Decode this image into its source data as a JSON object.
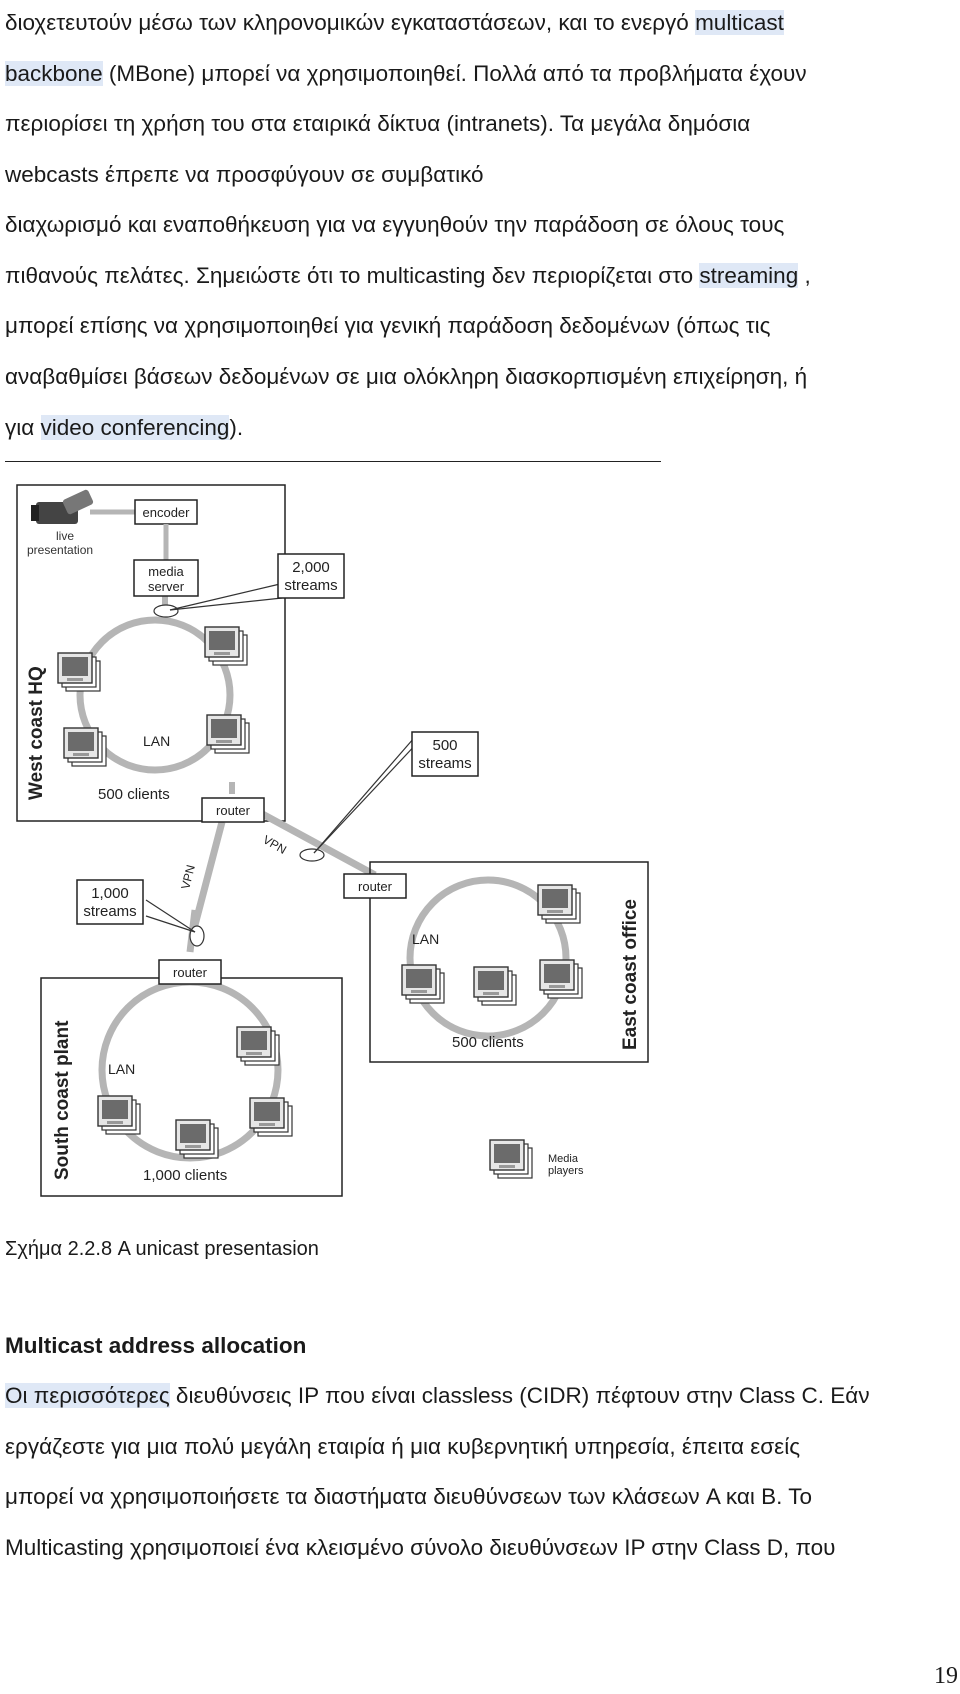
{
  "paragraph1": {
    "lines": [
      {
        "pre": "διοχετευτούν μέσω των κληρονομικών εγκαταστάσεων, και το ενεργό ",
        "hl": "multicast",
        "post": ""
      },
      {
        "pre": "",
        "hl": "backbone",
        "post": " (MBone) μπορεί να χρησιμοποιηθεί. Πολλά από τα προβλήματα έχουν"
      },
      {
        "pre": "περιορίσει τη χρήση του στα εταιρικά δίκτυα (intranets). Τα μεγάλα δημόσια",
        "hl": "",
        "post": ""
      },
      {
        "pre": "webcasts έπρεπε να προσφύγουν σε συμβατικό",
        "hl": "",
        "post": ""
      },
      {
        "pre": "διαχωρισμό και εναποθήκευση για να εγγυηθούν την παράδοση σε όλους τους",
        "hl": "",
        "post": ""
      },
      {
        "pre": "πιθανούς πελάτες. Σημειώστε ότι το multicasting δεν περιορίζεται στο ",
        "hl": "streaming",
        "post": " ,"
      },
      {
        "pre": "μπορεί επίσης να χρησιμοποιηθεί για γενική παράδοση δεδομένων (όπως τις",
        "hl": "",
        "post": ""
      },
      {
        "pre": "αναβαθμίσει  βάσεων δεδομένων σε μια ολόκληρη διασκορπισμένη επιχείρηση, ή",
        "hl": "",
        "post": ""
      },
      {
        "pre": "για ",
        "hl": "video conferencing",
        "post": ")."
      }
    ]
  },
  "figure": {
    "west": {
      "region": "West coast HQ",
      "encoder": "encoder",
      "live": [
        "live",
        "presentation"
      ],
      "media_server": [
        "media",
        "server"
      ],
      "streams": [
        "2,000",
        "streams"
      ],
      "lan": "LAN",
      "clients": "500 clients"
    },
    "router_west": "router",
    "vpn_left": "VPN",
    "vpn_right": "VPN",
    "callout_500": [
      "500",
      "streams"
    ],
    "callout_1000": [
      "1,000",
      "streams"
    ],
    "east": {
      "region": "East coast office",
      "router": "router",
      "lan": "LAN",
      "clients": "500 clients"
    },
    "south": {
      "region": "South coast plant",
      "router": "router",
      "lan": "LAN",
      "clients": "1,000 clients"
    },
    "legend": [
      "Media",
      "players"
    ]
  },
  "caption": "Σχήμα 2.2.8 A unicast presentasion",
  "heading": "Multicast address allocation",
  "paragraph2": {
    "lines": [
      {
        "pre": "",
        "hl": "Οι περισσότερες",
        "post": " διευθύνσεις IP που είναι classless (CIDR) πέφτουν στην Class C. Εάν"
      },
      {
        "pre": "εργάζεστε για μια πολύ μεγάλη εταιρία ή μια κυβερνητική υπηρεσία, έπειτα εσείς",
        "hl": "",
        "post": ""
      },
      {
        "pre": "μπορεί να χρησιμοποιήσετε τα διαστήματα διευθύνσεων των κλάσεων A και B. To",
        "hl": "",
        "post": ""
      },
      {
        "pre": "Multicasting χρησιμοποιεί ένα κλεισμένο σύνολο διευθύνσεων IP στην Class D, που",
        "hl": "",
        "post": ""
      }
    ]
  },
  "page_number": "19",
  "colors": {
    "highlight": "#dfe8f6",
    "ring": "#b5b5b5",
    "text": "#1a1a1a"
  }
}
